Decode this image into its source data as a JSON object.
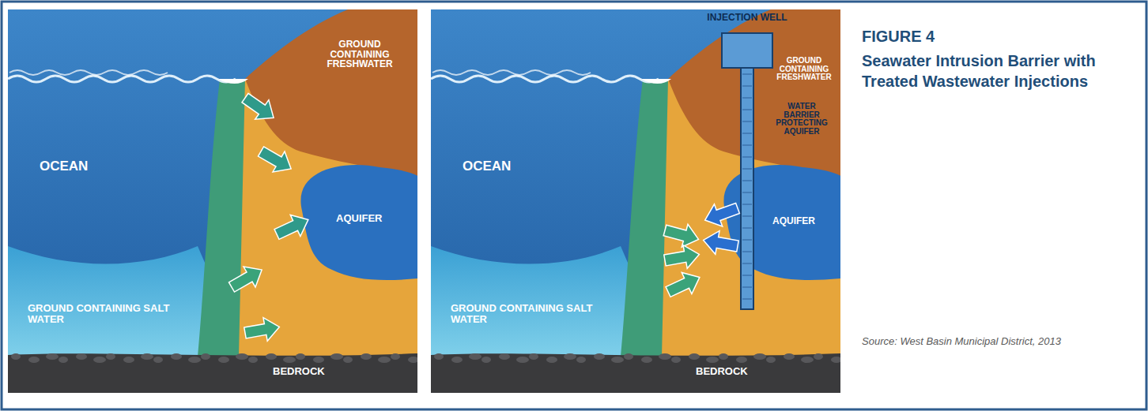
{
  "diagram": {
    "title": "Seawater Intrusion Barrier with Treated Wastewater Injections",
    "caption": "Source: West Basin Municipal District, 2013",
    "labels": [
      "OCEAN",
      "GROUND CONTAINING FRESHWATER",
      "AQUIFER",
      "GROUND CONTAINING SALT WATER",
      "BEDROCK",
      "INJECTION WELL",
      "GROUND CONTAINING FRESHWATER",
      "WATER BARRIER PROTECTING AQUIFER",
      "OCEAN",
      "AQUIFER",
      "GROUND CONTAINING SALT WATER",
      "BEDROCK",
      "FIGURE 4"
    ]
  }
}
